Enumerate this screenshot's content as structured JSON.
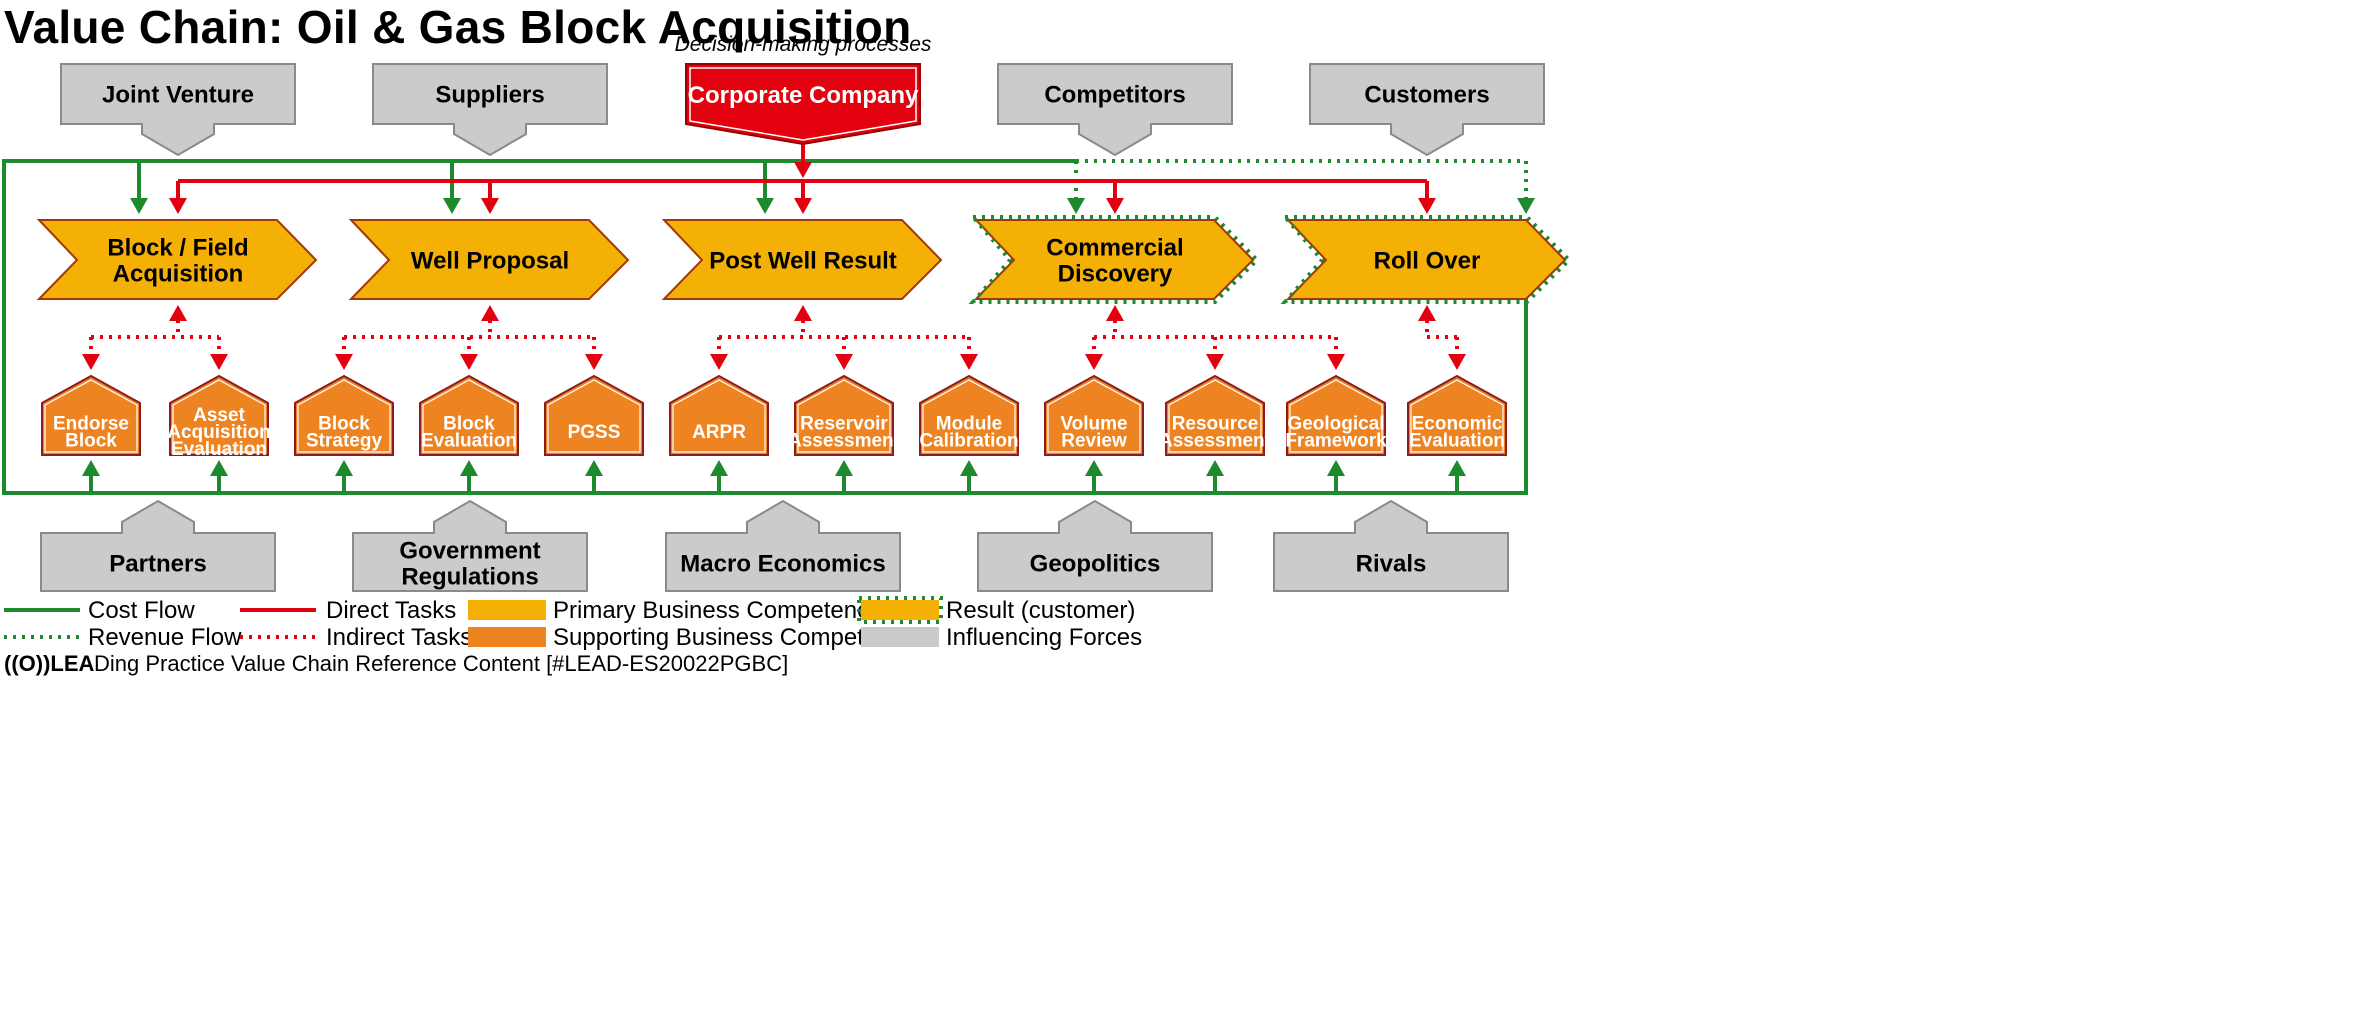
{
  "title": "Value Chain: Oil & Gas Block Acquisition",
  "decision_label": "Decision-making processes",
  "corporate": "Corporate Company",
  "top_forces": [
    "Joint Venture",
    "Suppliers",
    "Competitors",
    "Customers"
  ],
  "primary": [
    {
      "lines": [
        "Block / Field",
        "Acquisition"
      ],
      "result": false
    },
    {
      "lines": [
        "Well Proposal"
      ],
      "result": false
    },
    {
      "lines": [
        "Post Well Result"
      ],
      "result": false
    },
    {
      "lines": [
        "Commercial",
        "Discovery"
      ],
      "result": true
    },
    {
      "lines": [
        "Roll Over"
      ],
      "result": true
    }
  ],
  "supporting": [
    {
      "lines": [
        "Endorse",
        "Block"
      ]
    },
    {
      "lines": [
        "Asset",
        "Acquisition",
        "Evaluation"
      ]
    },
    {
      "lines": [
        "Block",
        "Strategy"
      ]
    },
    {
      "lines": [
        "Block",
        "Evaluation"
      ]
    },
    {
      "lines": [
        "PGSS"
      ]
    },
    {
      "lines": [
        "ARPR"
      ]
    },
    {
      "lines": [
        "Reservoir",
        "Assessment"
      ]
    },
    {
      "lines": [
        "Module",
        "Calibration"
      ]
    },
    {
      "lines": [
        "Volume",
        "Review"
      ]
    },
    {
      "lines": [
        "Resource",
        "Assessment"
      ]
    },
    {
      "lines": [
        "Geological",
        "Framework"
      ]
    },
    {
      "lines": [
        "Economic",
        "Evaluation"
      ]
    }
  ],
  "bottom_forces": [
    {
      "lines": [
        "Partners"
      ]
    },
    {
      "lines": [
        "Government",
        "Regulations"
      ]
    },
    {
      "lines": [
        "Macro Economics"
      ]
    },
    {
      "lines": [
        "Geopolitics"
      ]
    },
    {
      "lines": [
        "Rivals"
      ]
    }
  ],
  "legend": {
    "cost_flow": "Cost Flow",
    "revenue_flow": "Revenue Flow",
    "direct_tasks": "Direct Tasks",
    "indirect_tasks": "Indirect Tasks",
    "primary": "Primary Business Competencies",
    "supporting": "Supporting Business Competencies",
    "result": "Result (customer)",
    "influencing": "Influencing Forces"
  },
  "footer": {
    "logo": "((O))LEA",
    "text": "Ding Practice Value Chain Reference Content [#LEAD-ES20022PGBC]"
  },
  "colors": {
    "green": "#1e8a2e",
    "red": "#e3000f",
    "primary_fill": "#f5b006",
    "supporting_fill": "#ee8421",
    "gray_fill": "#cbcbcb",
    "corporate_fill": "#e3000f"
  }
}
